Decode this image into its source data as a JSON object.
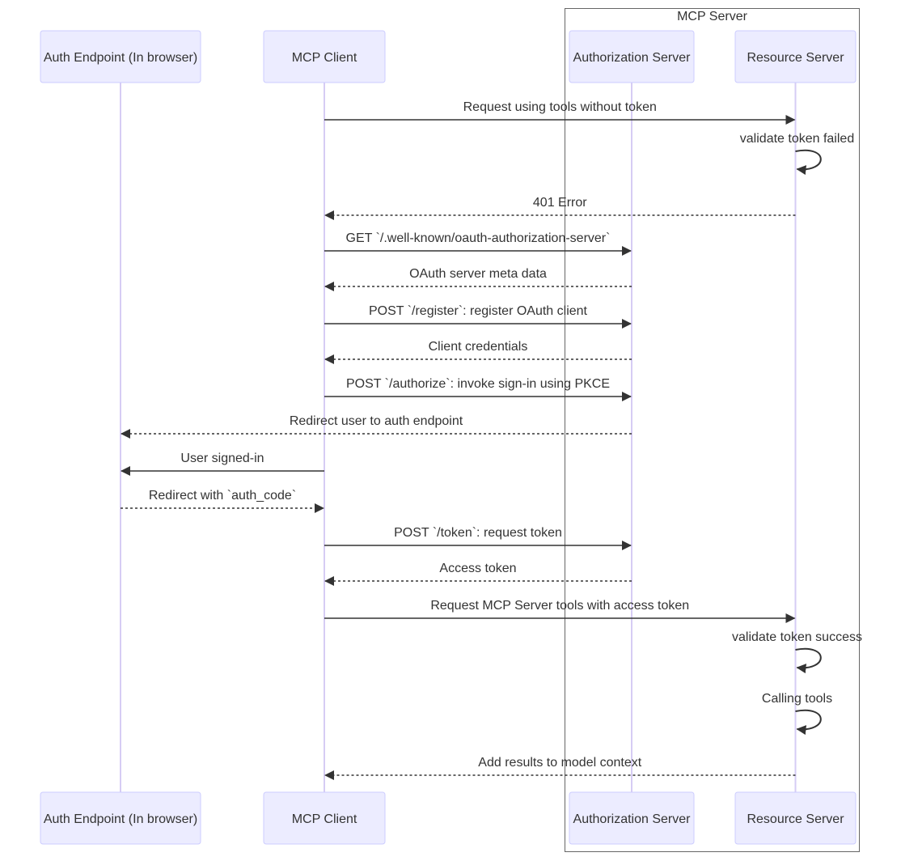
{
  "group": {
    "label": "MCP Server"
  },
  "participants": [
    {
      "id": "auth",
      "label": "Auth Endpoint (In browser)"
    },
    {
      "id": "client",
      "label": "MCP Client"
    },
    {
      "id": "authz",
      "label": "Authorization Server"
    },
    {
      "id": "resource",
      "label": "Resource Server"
    }
  ],
  "messages": [
    {
      "from": "client",
      "to": "resource",
      "label": "Request using tools without token",
      "style": "solid"
    },
    {
      "from": "resource",
      "to": "resource",
      "label": "validate token failed",
      "style": "solid"
    },
    {
      "from": "resource",
      "to": "client",
      "label": "401 Error",
      "style": "dashed"
    },
    {
      "from": "client",
      "to": "authz",
      "label": "GET `/.well-known/oauth-authorization-server`",
      "style": "solid"
    },
    {
      "from": "authz",
      "to": "client",
      "label": "OAuth server meta data",
      "style": "dashed"
    },
    {
      "from": "client",
      "to": "authz",
      "label": "POST `/register`: register OAuth client",
      "style": "solid"
    },
    {
      "from": "authz",
      "to": "client",
      "label": "Client credentials",
      "style": "dashed"
    },
    {
      "from": "client",
      "to": "authz",
      "label": "POST `/authorize`: invoke sign-in using PKCE",
      "style": "solid"
    },
    {
      "from": "authz",
      "to": "auth",
      "label": "Redirect user to auth endpoint",
      "style": "dashed"
    },
    {
      "from": "client",
      "to": "auth",
      "label": "User signed-in",
      "style": "solid"
    },
    {
      "from": "auth",
      "to": "client",
      "label": "Redirect with `auth_code`",
      "style": "dashed"
    },
    {
      "from": "client",
      "to": "authz",
      "label": "POST `/token`: request token",
      "style": "solid"
    },
    {
      "from": "authz",
      "to": "client",
      "label": "Access token",
      "style": "dashed"
    },
    {
      "from": "client",
      "to": "resource",
      "label": "Request MCP Server tools with access token",
      "style": "solid"
    },
    {
      "from": "resource",
      "to": "resource",
      "label": "validate token success",
      "style": "solid"
    },
    {
      "from": "resource",
      "to": "resource",
      "label": "Calling tools",
      "style": "solid"
    },
    {
      "from": "resource",
      "to": "client",
      "label": "Add results to model context",
      "style": "dashed"
    }
  ],
  "colors": {
    "actor_fill": "#ECECFF",
    "actor_border": "#CCCCFF",
    "lifeline": "#D6CCF4",
    "text": "#333333",
    "arrow": "#333333",
    "group_border": "#666666"
  }
}
